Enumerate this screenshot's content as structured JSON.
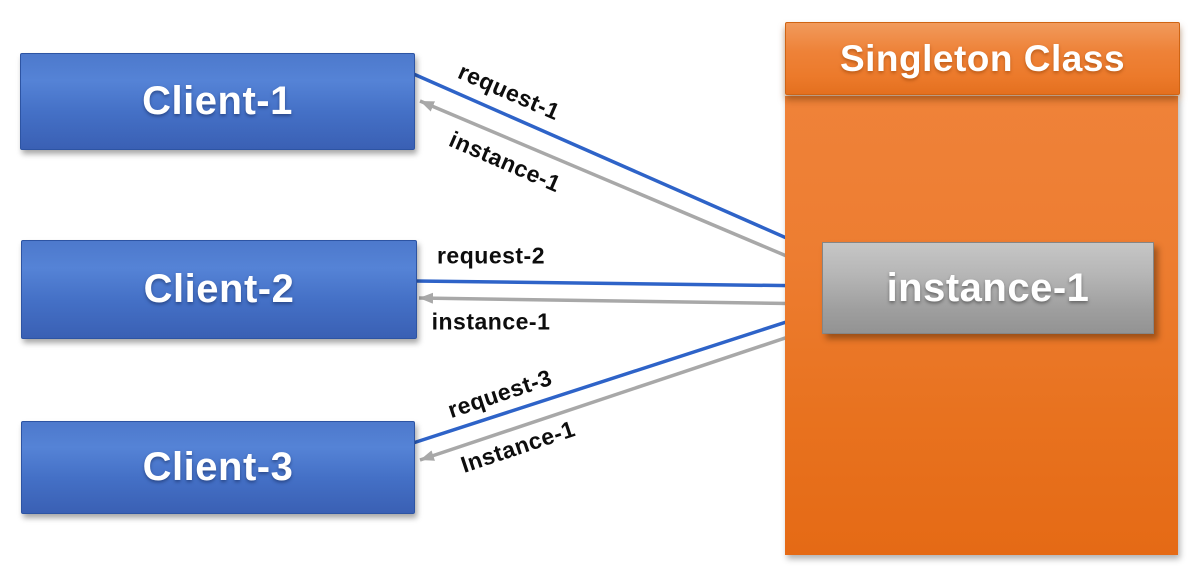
{
  "clients": [
    {
      "label": "Client-1"
    },
    {
      "label": "Client-2"
    },
    {
      "label": "Client-3"
    }
  ],
  "singleton": {
    "title": "Singleton Class",
    "instance_label": "instance-1"
  },
  "messages": [
    {
      "label": "request-1",
      "from": "Client-1",
      "to": "instance-1",
      "type": "request"
    },
    {
      "label": "instance-1",
      "from": "instance-1",
      "to": "Client-1",
      "type": "return"
    },
    {
      "label": "request-2",
      "from": "Client-2",
      "to": "instance-1",
      "type": "request"
    },
    {
      "label": "instance-1",
      "from": "instance-1",
      "to": "Client-2",
      "type": "return"
    },
    {
      "label": "request-3",
      "from": "Client-3",
      "to": "instance-1",
      "type": "request"
    },
    {
      "label": "Instance-1",
      "from": "instance-1",
      "to": "Client-3",
      "type": "return"
    }
  ],
  "colors": {
    "client_blue_top": "#5583d6",
    "client_blue_bottom": "#3a60b4",
    "singleton_orange": "#ed7d31",
    "instance_gray": "#a6a6a6",
    "request_arrow_blue": "#2e63c8",
    "return_arrow_gray": "#a8a8a8",
    "label_text": "#0d0d0d",
    "box_text": "#ffffff",
    "background": "#ffffff"
  }
}
